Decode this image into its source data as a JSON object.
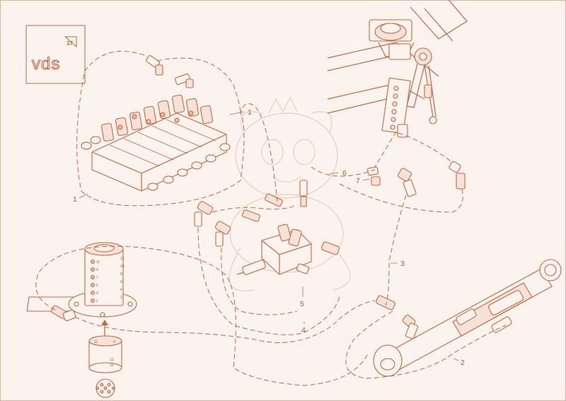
{
  "logo": {
    "text": "vds",
    "badge": "37"
  },
  "callouts": {
    "c1_top": "1",
    "c1_left": "1",
    "c2": "2",
    "c3": "3",
    "c4": "4",
    "c5": "5",
    "c6": "6",
    "c7": "7"
  },
  "rotary_joint": {
    "port_numbers_right": [
      "12",
      "10",
      "8",
      "6",
      "4",
      "2"
    ],
    "port_numbers_left": [
      "11",
      "9",
      "7",
      "5",
      "3",
      "1"
    ]
  },
  "rotary_insert": {
    "labels": [
      "11",
      "6",
      "12",
      "10"
    ]
  },
  "colors": {
    "line": "#c9673f",
    "background": "#fbf3ee"
  }
}
